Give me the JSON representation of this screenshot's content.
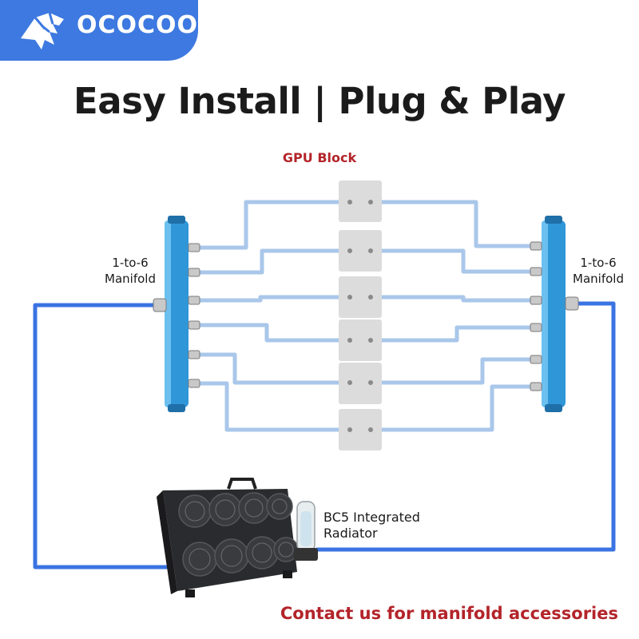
{
  "brand": {
    "name": "OCOCOO",
    "logo_icon": "horse-head-logo-icon",
    "color": "#3d79e0"
  },
  "title": "Easy Install | Plug & Play",
  "labels": {
    "gpu_block": "GPU Block",
    "left_manifold_line1": "1-to-6",
    "left_manifold_line2": "Manifold",
    "right_manifold_line1": "1-to-6",
    "right_manifold_line2": "Manifold",
    "radiator_line1": "BC5 Integrated",
    "radiator_line2": "Radiator"
  },
  "footer": "Contact us for manifold accessories",
  "colors": {
    "tube_light": "#a9c7ea",
    "tube_dark": "#3a73e2",
    "manifold": "#2f96d8",
    "accent_red": "#b3242a"
  }
}
